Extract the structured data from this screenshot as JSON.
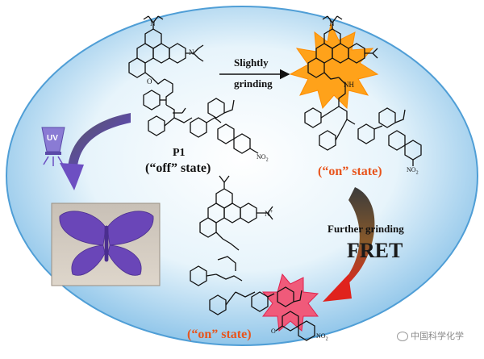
{
  "top_molecule": {
    "name": "P1",
    "state_label": "(“off” state)"
  },
  "top_right_molecule": {
    "state_label": "(“on” state)"
  },
  "bottom_molecule": {
    "state_label": "(“on” state)"
  },
  "arrow_top": {
    "label_line1": "Slightly",
    "label_line2": "grinding"
  },
  "arrow_right": {
    "label": "Further grinding",
    "fret_label": "FRET"
  },
  "uv_lamp": {
    "label": "UV"
  },
  "atom_labels": {
    "n": "N",
    "nh": "NH",
    "o": "O",
    "no2": "NO",
    "no2_sub": "2",
    "nplus": "N",
    "plus": "+",
    "o_minus": "O"
  },
  "watermark": {
    "text": "中国科学化学"
  },
  "colors": {
    "ellipse_fill": "#bfe3f5",
    "ellipse_center": "#ffffff",
    "ellipse_edge": "#5aa7d9",
    "highlight_orange": "#ffa21a",
    "highlight_red": "#f0476a",
    "state_on_color": "#e8541c",
    "arrow_dark": "#3a3a3a",
    "arrow_purple": "#6d4fc2",
    "arrow_red": "#e0231d",
    "butterfly": "#6a46b8"
  }
}
